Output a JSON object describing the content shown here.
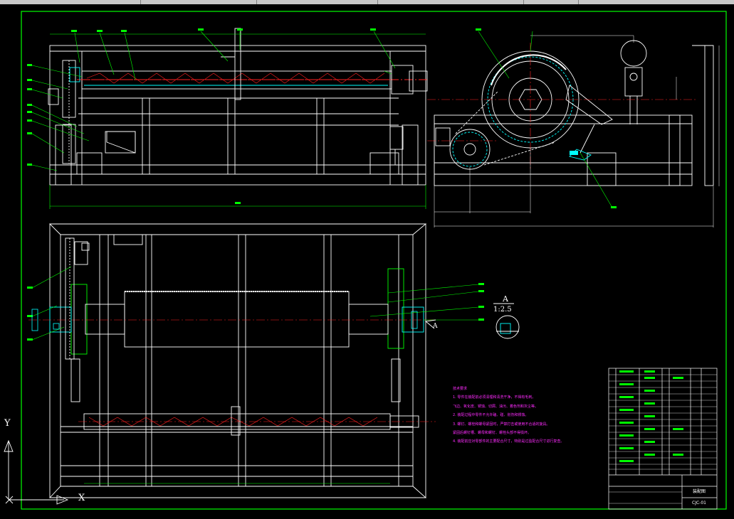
{
  "drawing": {
    "section_label": "A",
    "section_scale": "1:2.5",
    "section_mark": "A",
    "ucs_y": "Y",
    "ucs_x": "X",
    "technical_requirements": [
      "技术要求",
      "1. 零件在装配前必须清理和清洗干净，不得有毛刺。",
      "   飞边、氧化皮、锈蚀、切屑、油污、着色剂和灰尘等。",
      "2. 装配过程中零件不允许磕、碰、划伤和锈蚀。",
      "3. 螺钉、螺栓和螺母紧固时，严禁打击或使用不合适的旋具。",
      "   紧固后螺钉槽、螺母和螺钉、螺栓头部不得损坏。",
      "4. 装配前应对零部件的主要配合尺寸，特别是过盈配合尺寸进行复查。"
    ],
    "title_block": {
      "title": "装配图",
      "code": "CJC-01"
    }
  },
  "colors": {
    "frame": "#00ff00",
    "lines": "#ffffff",
    "centerline": "#ff2020",
    "cyan": "#00ffff",
    "notes": "#ff2bff"
  }
}
